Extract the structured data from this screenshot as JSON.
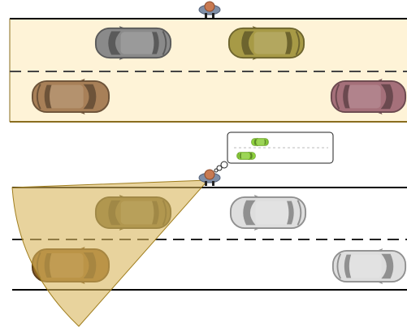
{
  "colors": {
    "road_fill": "#fef3d7",
    "road_edge": "#8a6d1e",
    "lane_dash": "#444444",
    "road_line": "#000000",
    "view_cone": "#d8b55c",
    "bubble_border": "#222222",
    "thought_car": "#8ccf3c"
  },
  "top_scene": {
    "cars": [
      {
        "name": "car-grey-lane1",
        "color": "#8a8a8a",
        "facing": "left"
      },
      {
        "name": "car-olive-lane1",
        "color": "#a79a46",
        "facing": "left"
      },
      {
        "name": "car-tan-lane2",
        "color": "#a88058",
        "facing": "right"
      },
      {
        "name": "car-mauve-lane2",
        "color": "#a5707a",
        "facing": "right"
      }
    ]
  },
  "bottom_scene": {
    "cars": [
      {
        "name": "car-visible-lane1",
        "color": "#766a3c",
        "facing": "left",
        "state": "visible"
      },
      {
        "name": "car-hidden-lane1",
        "color": "#dedede",
        "facing": "left",
        "state": "hidden"
      },
      {
        "name": "car-visible-lane2",
        "color": "#8e6128",
        "facing": "right",
        "state": "visible"
      },
      {
        "name": "car-hidden-lane2",
        "color": "#dedede",
        "facing": "right",
        "state": "hidden"
      }
    ],
    "thought_bubble": {
      "cars": [
        {
          "name": "thought-car-left",
          "color": "#8ccf3c",
          "facing": "left"
        },
        {
          "name": "thought-car-right",
          "color": "#8ccf3c",
          "facing": "right"
        }
      ]
    }
  }
}
